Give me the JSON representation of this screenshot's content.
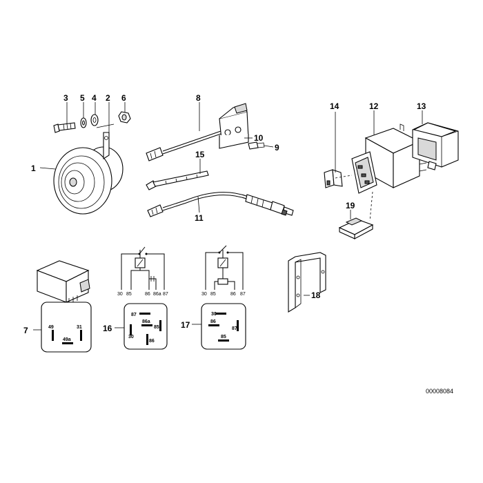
{
  "diagram": {
    "reference_number": "00008084",
    "callouts": [
      "1",
      "2",
      "3",
      "4",
      "5",
      "6",
      "7",
      "8",
      "9",
      "10",
      "11",
      "12",
      "13",
      "14",
      "15",
      "16",
      "17",
      "18",
      "19"
    ],
    "relay7_pins": [
      "49",
      "31",
      "49a"
    ],
    "relay16_pins": [
      "87",
      "86a",
      "85",
      "30",
      "86"
    ],
    "relay17_pins": [
      "30",
      "86",
      "87",
      "85"
    ],
    "schematic16_terminals": [
      "30",
      "85",
      "86",
      "86a",
      "87"
    ],
    "schematic17_terminals": [
      "30",
      "85",
      "86",
      "87"
    ]
  }
}
